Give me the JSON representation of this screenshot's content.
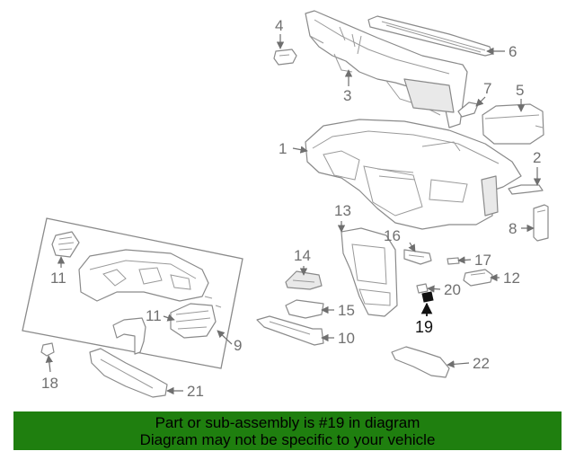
{
  "highlighted_part": "19",
  "callouts": {
    "c1": "1",
    "c2": "2",
    "c3": "3",
    "c4": "4",
    "c5": "5",
    "c6": "6",
    "c7": "7",
    "c8": "8",
    "c9": "9",
    "c10": "10",
    "c11a": "11",
    "c11b": "11",
    "c12": "12",
    "c13": "13",
    "c14": "14",
    "c15": "15",
    "c16": "16",
    "c17": "17",
    "c18": "18",
    "c19": "19",
    "c20": "20",
    "c21": "21",
    "c22": "22"
  },
  "banner": {
    "line1": "Part or sub-assembly is #19 in diagram",
    "line2": "Diagram may not be specific to your vehicle"
  },
  "colors": {
    "banner_bg": "#1f7f0f",
    "line_art": "#8a8a8a",
    "callout_text": "#707070",
    "highlight": "#111111"
  }
}
